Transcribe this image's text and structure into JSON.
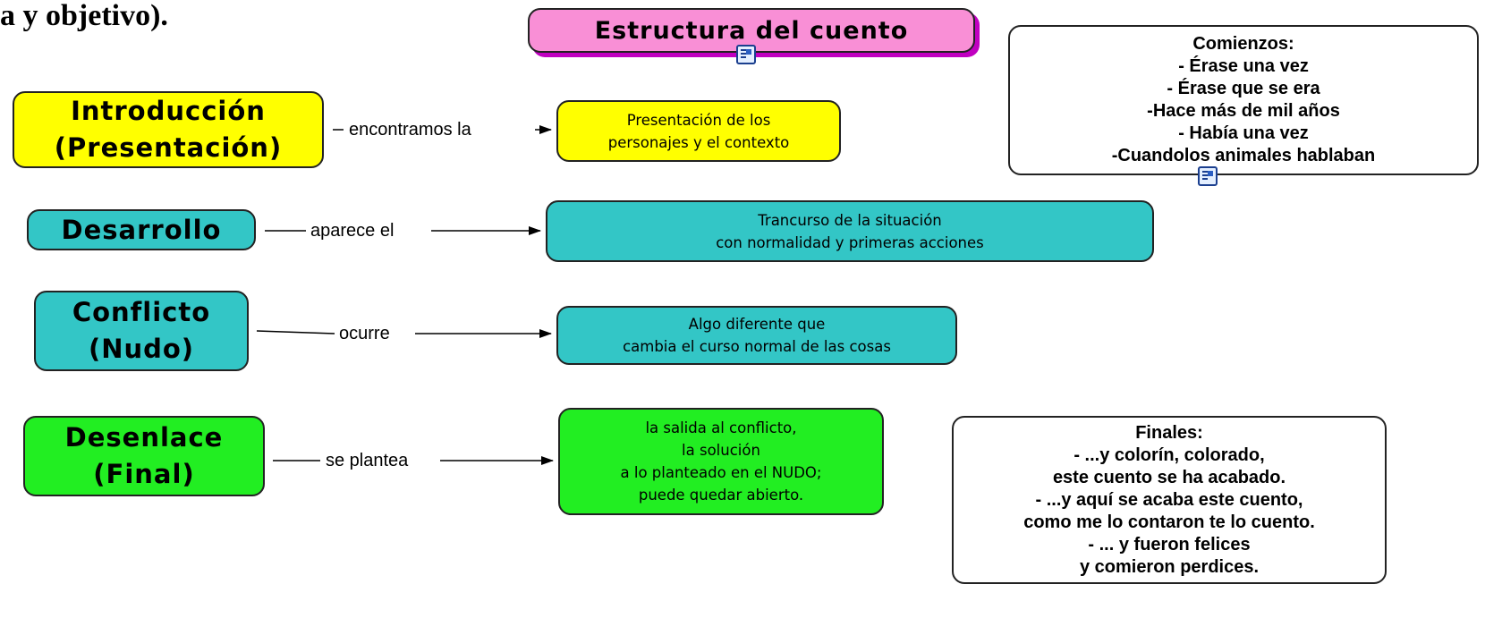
{
  "page_caption": "a y objetivo).",
  "title": "Estructura del cuento",
  "rows": [
    {
      "node": "Introducción\n(Presentación)",
      "link": "encontramos la",
      "target": "Presentación de los\npersonajes y el contexto"
    },
    {
      "node": "Desarrollo",
      "link": "aparece el",
      "target": "Trancurso de la situación\ncon normalidad y primeras acciones"
    },
    {
      "node": "Conflicto\n(Nudo)",
      "link": "ocurre",
      "target": "Algo diferente que\ncambia el curso normal de las cosas"
    },
    {
      "node": "Desenlace\n(Final)",
      "link": "se plantea",
      "target": "la salida al conflicto,\nla solución\na lo planteado en el NUDO;\npuede quedar abierto."
    }
  ],
  "beginnings_note": {
    "heading": "Comienzos:",
    "lines": [
      "- Érase una vez",
      "- Érase que se era",
      "-Hace más de mil años",
      "- Había una vez",
      "-Cuandolos animales hablaban"
    ]
  },
  "endings_note": {
    "heading": "Finales:",
    "lines": [
      "- ...y colorín, colorado,",
      "este cuento se ha acabado.",
      "- ...y aquí se acaba este cuento,",
      "como me lo contaron te lo cuento.",
      "- ... y fueron felices",
      "y comieron perdices."
    ]
  },
  "icons": [
    "document-icon",
    "document-icon"
  ],
  "colors": {
    "title_fill": "#f98fd6",
    "intro_fill": "#ffff00",
    "teal_fill": "#33c6c6",
    "green_fill": "#22ee22"
  }
}
